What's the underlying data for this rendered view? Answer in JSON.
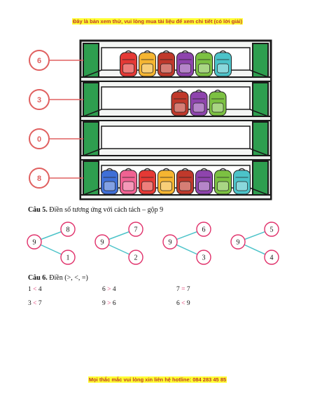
{
  "header_banner": "Đây là bản xem thử, vui lòng mua tài liệu để xem chi tiết (có lời giải)",
  "footer_banner": "Mọi thắc mắc vui lòng xin liên hệ hotline: 084 283 45 85",
  "shelf": {
    "labels": [
      "6",
      "3",
      "0",
      "8"
    ],
    "bag_counts": [
      6,
      3,
      0,
      8
    ],
    "frame_color": "#1a1a1a",
    "inner_color": "#2e9e4f",
    "label_color": "#e06060"
  },
  "q5": {
    "number": "Câu 5.",
    "text": " Điền số tương ứng với cách tách – gộp 9",
    "trees": [
      {
        "root": "9",
        "top": "8",
        "bottom": "1"
      },
      {
        "root": "9",
        "top": "7",
        "bottom": "2"
      },
      {
        "root": "9",
        "top": "6",
        "bottom": "3"
      },
      {
        "root": "9",
        "top": "5",
        "bottom": "4"
      }
    ]
  },
  "q6": {
    "number": "Câu 6.",
    "text": " Điền (>, <, =)",
    "rows": [
      [
        {
          "a": "1",
          "op": "<",
          "b": "4"
        },
        {
          "a": "6",
          "op": ">",
          "b": "4"
        },
        {
          "a": "7",
          "op": "=",
          "b": "7"
        }
      ],
      [
        {
          "a": "3",
          "op": "<",
          "b": "7"
        },
        {
          "a": "9",
          "op": ">",
          "b": "6"
        },
        {
          "a": "6",
          "op": "<",
          "b": "9"
        }
      ]
    ]
  }
}
